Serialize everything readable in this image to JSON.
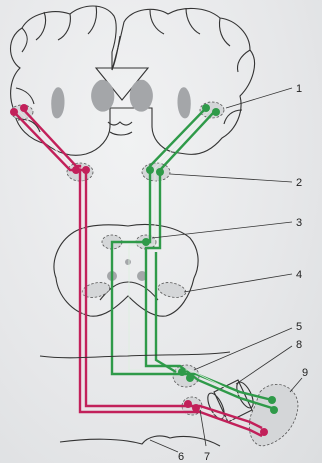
{
  "labels": [
    "1",
    "2",
    "3",
    "4",
    "5",
    "6",
    "7",
    "8",
    "9"
  ],
  "colors": {
    "red_pathway": "#c2205a",
    "green_pathway": "#2f9a49",
    "gray_nuclei": "#a4a6a9",
    "outline": "#333333"
  }
}
